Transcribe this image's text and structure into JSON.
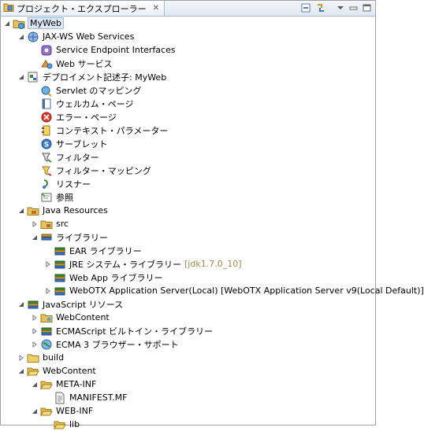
{
  "view": {
    "tab_title": "プロジェクト・エクスプローラー",
    "tab_close": "✕",
    "toolbar": [
      "collapse-all-icon",
      "link-editor-icon",
      "view-menu-icon",
      "minimize-icon",
      "maximize-icon"
    ]
  },
  "tree": [
    {
      "label": "MyWeb",
      "icon": "web-project-icon",
      "depth": 0,
      "tw": "open",
      "selected": true
    },
    {
      "label": "JAX-WS Web Services",
      "icon": "web-services-icon",
      "depth": 1,
      "tw": "open"
    },
    {
      "label": "Service Endpoint Interfaces",
      "icon": "service-endpoint-icon",
      "depth": 2,
      "tw": ""
    },
    {
      "label": "Web サービス",
      "icon": "web-service-icon",
      "depth": 2,
      "tw": ""
    },
    {
      "label": "デプロイメント記述子: MyWeb",
      "icon": "deployment-descriptor-icon",
      "depth": 1,
      "tw": "open"
    },
    {
      "label": "Servlet のマッピング",
      "icon": "servlet-mapping-icon",
      "depth": 2,
      "tw": ""
    },
    {
      "label": "ウェルカム・ページ",
      "icon": "welcome-page-icon",
      "depth": 2,
      "tw": ""
    },
    {
      "label": "エラー・ページ",
      "icon": "error-page-icon",
      "depth": 2,
      "tw": ""
    },
    {
      "label": "コンテキスト・パラメーター",
      "icon": "context-param-icon",
      "depth": 2,
      "tw": ""
    },
    {
      "label": "サーブレット",
      "icon": "servlet-icon",
      "depth": 2,
      "tw": ""
    },
    {
      "label": "フィルター",
      "icon": "filter-icon",
      "depth": 2,
      "tw": ""
    },
    {
      "label": "フィルター・マッピング",
      "icon": "filter-mapping-icon",
      "depth": 2,
      "tw": ""
    },
    {
      "label": "リスナー",
      "icon": "listener-icon",
      "depth": 2,
      "tw": ""
    },
    {
      "label": "参照",
      "icon": "references-icon",
      "depth": 2,
      "tw": ""
    },
    {
      "label": "Java Resources",
      "icon": "java-resources-icon",
      "depth": 1,
      "tw": "open"
    },
    {
      "label": "src",
      "icon": "source-folder-icon",
      "depth": 2,
      "tw": "closed"
    },
    {
      "label": "ライブラリー",
      "icon": "libraries-icon",
      "depth": 2,
      "tw": "open"
    },
    {
      "label": "EAR ライブラリー",
      "icon": "library-icon",
      "depth": 3,
      "tw": ""
    },
    {
      "label": "JRE システム・ライブラリー",
      "deco": "[jdk1.7.0_10]",
      "icon": "library-icon",
      "depth": 3,
      "tw": "closed"
    },
    {
      "label": "Web App ライブラリー",
      "icon": "library-icon",
      "depth": 3,
      "tw": ""
    },
    {
      "label": "WebOTX Application Server(Local) [WebOTX Application Server v9(Local Default)]",
      "icon": "library-icon",
      "depth": 3,
      "tw": "closed"
    },
    {
      "label": "JavaScript リソース",
      "icon": "javascript-resources-icon",
      "depth": 1,
      "tw": "open"
    },
    {
      "label": "WebContent",
      "icon": "web-content-folder-icon",
      "depth": 2,
      "tw": "closed"
    },
    {
      "label": "ECMAScript ビルトイン・ライブラリー",
      "icon": "library-icon",
      "depth": 2,
      "tw": "closed"
    },
    {
      "label": "ECMA 3 ブラウザー・サポート",
      "icon": "globe-library-icon",
      "depth": 2,
      "tw": "closed"
    },
    {
      "label": "build",
      "icon": "folder-icon",
      "depth": 1,
      "tw": "closed"
    },
    {
      "label": "WebContent",
      "icon": "folder-open-icon",
      "depth": 1,
      "tw": "open"
    },
    {
      "label": "META-INF",
      "icon": "folder-open-icon",
      "depth": 2,
      "tw": "open"
    },
    {
      "label": "MANIFEST.MF",
      "icon": "file-icon",
      "depth": 3,
      "tw": ""
    },
    {
      "label": "WEB-INF",
      "icon": "folder-open-icon",
      "depth": 2,
      "tw": "open"
    },
    {
      "label": "lib",
      "icon": "folder-open-icon",
      "depth": 3,
      "tw": ""
    }
  ]
}
